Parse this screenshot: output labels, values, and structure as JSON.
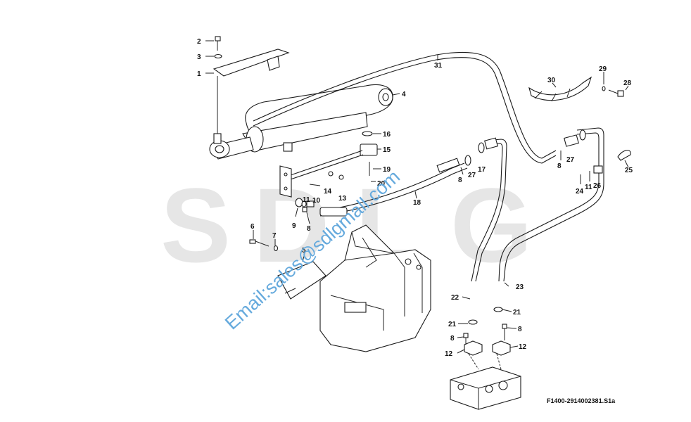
{
  "watermark": {
    "letters": [
      "S",
      "D",
      "L",
      "G"
    ],
    "email": "Email:sales@sdlgmall.com"
  },
  "reference_code": "F1400-2914002381.S1a",
  "callouts": [
    "1",
    "2",
    "3",
    "4",
    "5",
    "6",
    "7",
    "8",
    "9",
    "10",
    "11",
    "12",
    "13",
    "14",
    "15",
    "16",
    "17",
    "18",
    "19",
    "20",
    "21",
    "22",
    "23",
    "24",
    "25",
    "26",
    "27",
    "28",
    "29",
    "30",
    "31"
  ],
  "colors": {
    "watermark_letters": "#e6e6e6",
    "watermark_email": "#66aadd",
    "line": "#1a1a1a"
  }
}
